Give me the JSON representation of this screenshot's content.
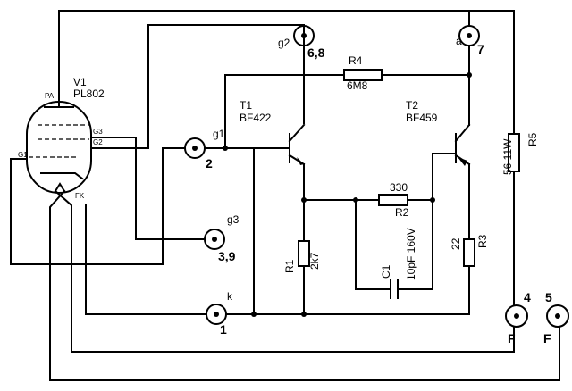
{
  "tube": {
    "ref": "V1",
    "type": "PL802",
    "pin_labels": {
      "pa": "PA",
      "g3": "G3",
      "g2": "G2",
      "g1": "G1",
      "fk": "FK"
    }
  },
  "connectors": {
    "g2": {
      "label": "g2",
      "number": "6,8"
    },
    "a": {
      "label": "a",
      "number": "7"
    },
    "g1": {
      "label": "g1",
      "number": "2"
    },
    "g3": {
      "label": "g3",
      "number": "3,9"
    },
    "k": {
      "label": "k",
      "number": "1"
    },
    "f4": {
      "label": "F",
      "number": "4"
    },
    "f5": {
      "label": "F",
      "number": "5"
    }
  },
  "transistors": {
    "t1": {
      "ref": "T1",
      "type": "BF422"
    },
    "t2": {
      "ref": "T2",
      "type": "BF459"
    }
  },
  "resistors": {
    "r1": {
      "ref": "R1",
      "value": "2k7"
    },
    "r2": {
      "ref": "R2",
      "value": "330"
    },
    "r3": {
      "ref": "R3",
      "value": "22"
    },
    "r4": {
      "ref": "R4",
      "value": "6M8"
    },
    "r5": {
      "ref": "R5",
      "value": "56 11W"
    }
  },
  "capacitors": {
    "c1": {
      "ref": "C1",
      "value": "10pF 160V"
    }
  }
}
